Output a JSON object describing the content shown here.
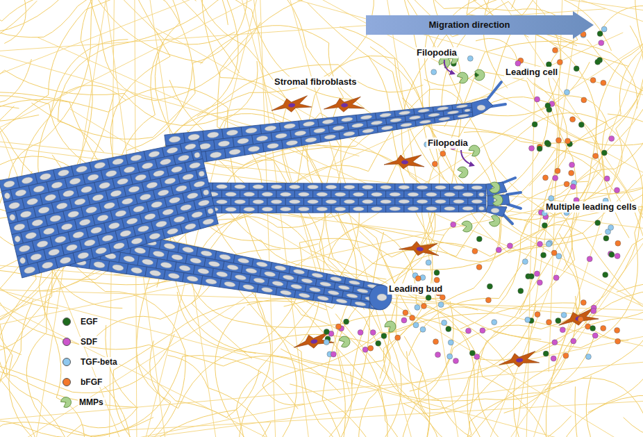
{
  "diagram": {
    "nodes": [
      {
        "text": [
          "Migration direction"
        ]
      }
    ],
    "labels": [
      "Filopodia",
      "Stromal fibroblasts",
      "Leading cell",
      "Filopodia",
      "Multiple leading cells",
      "Leading bud"
    ],
    "legend": [
      {
        "text": "EGF",
        "color": "#1e6b1e"
      },
      {
        "text": "SDF",
        "color": "#cc55cc"
      },
      {
        "text": "TGF-beta",
        "color": "#8fc8ee"
      },
      {
        "text": "bFGF",
        "color": "#f4792b"
      },
      {
        "text": "MMPs"
      }
    ]
  }
}
